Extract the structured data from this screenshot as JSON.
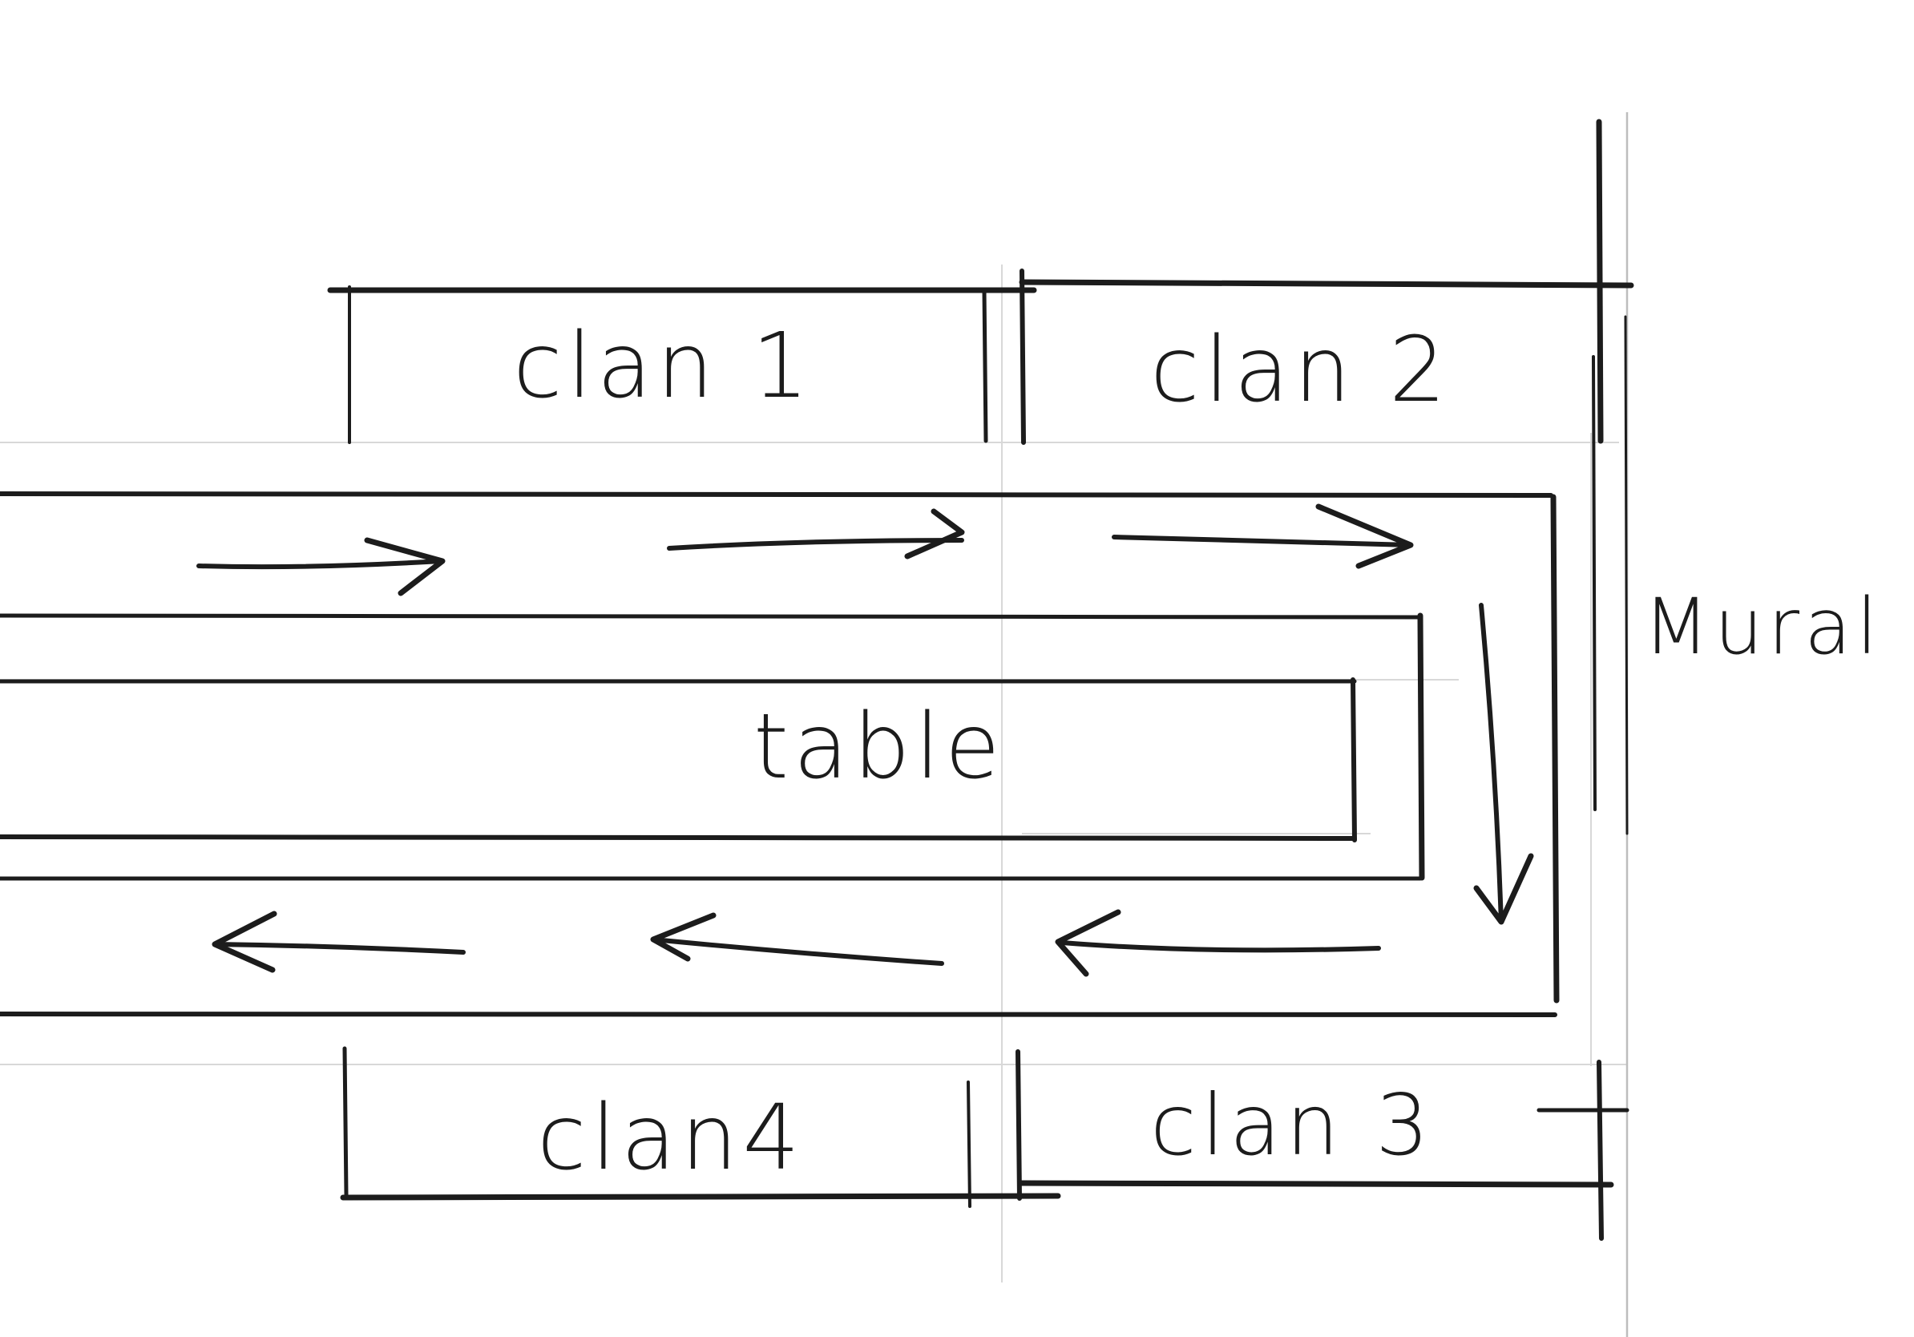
{
  "diagram": {
    "labels": {
      "clan1": "clan 1",
      "clan2": "clan 2",
      "clan3": "clan 3",
      "clan4": "clan4",
      "table": "table",
      "mural": "Mural"
    },
    "ink_color": "#1c1c1c",
    "background": "#ffffff"
  }
}
